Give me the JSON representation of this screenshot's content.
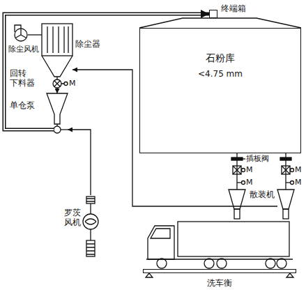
{
  "diagram": {
    "nodes": [
      {
        "text": [
          "石粉库",
          "<4.75 mm"
        ]
      },
      {
        "text": [
          "终端箱"
        ]
      },
      {
        "text": [
          "除尘风机"
        ]
      },
      {
        "text": [
          "除尘器"
        ]
      },
      {
        "text": [
          "回转 下料器"
        ]
      },
      {
        "text": [
          "单仓泵"
        ]
      },
      {
        "text": [
          "罗茨 风机"
        ]
      },
      {
        "text": [
          "散装机"
        ]
      },
      {
        "text": [
          "洗车衡"
        ]
      }
    ],
    "edges": [
      {
        "from": 5,
        "to": 1,
        "arrow": "to"
      },
      {
        "from": 7,
        "to": 3,
        "arrow": "to"
      },
      {
        "from": 6,
        "to": 5,
        "arrow": "to"
      },
      {
        "from": 3,
        "to": 4,
        "arrow": "none"
      },
      {
        "from": 4,
        "to": 5,
        "arrow": "to"
      },
      {
        "from": 2,
        "to": 3,
        "arrow": "none"
      },
      {
        "from": 0,
        "to": 7,
        "arrow": "none"
      }
    ],
    "labels": [
      "M",
      "M",
      "M",
      "M",
      "M",
      "插板阀"
    ]
  }
}
